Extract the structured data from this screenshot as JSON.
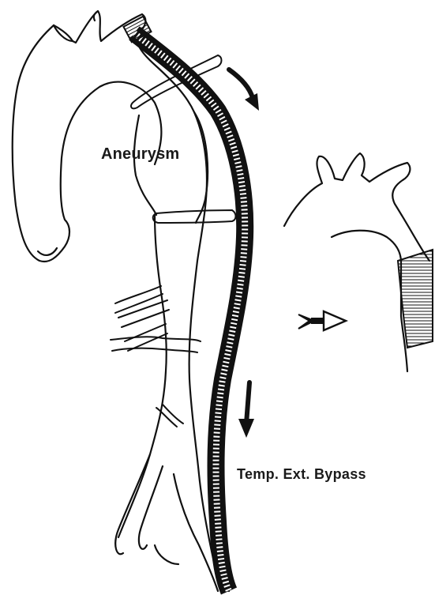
{
  "figure": {
    "labels": {
      "aneurysm": "Aneurysm",
      "bypass": "Temp. Ext. Bypass"
    },
    "panels": [
      {
        "name": "aortic-aneurysm-with-temporary-external-bypass"
      },
      {
        "name": "repaired-aorta-with-graft"
      }
    ],
    "line_color": "#111111",
    "background_color": "#ffffff"
  }
}
